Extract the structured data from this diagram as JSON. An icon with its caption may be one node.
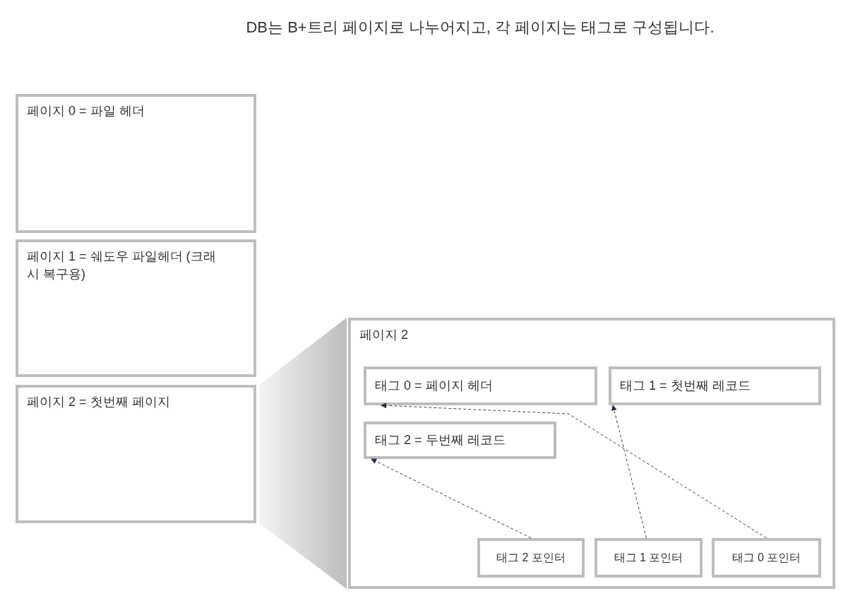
{
  "diagram": {
    "title": "DB는 B+트리 페이지로 나누어지고, 각 페이지는 태그로 구성됩니다.",
    "nodes": [
      {
        "text": [
          "페이지 0 = 파일 헤더"
        ]
      },
      {
        "text": [
          "페이지 1 = 쉐도우 파일헤더 (크래시 복구용)"
        ]
      },
      {
        "text": [
          "페이지 2 = 첫번째 페이지"
        ]
      },
      {
        "text": [],
        "shape": "trapezoid"
      },
      {
        "text": [
          "페이지 2"
        ]
      },
      {
        "text": [
          "태그 0 = 페이지 헤더"
        ],
        "in": 4
      },
      {
        "text": [
          "태그 1 = 첫번째 레코드"
        ],
        "in": 4
      },
      {
        "text": [
          "태그 2 = 두번째 레코드"
        ],
        "in": 4
      },
      {
        "text": [
          "태그 2 포인터"
        ],
        "in": 4
      },
      {
        "text": [
          "태그 1 포인터"
        ],
        "in": 4
      },
      {
        "text": [
          "태그 0 포인터"
        ],
        "in": 4
      }
    ],
    "edges": [
      {
        "from": 8,
        "to": 7,
        "arrow": "to",
        "style": "dashed"
      },
      {
        "from": 9,
        "to": 6,
        "arrow": "to",
        "style": "dashed"
      },
      {
        "from": 10,
        "to": 5,
        "arrow": "to",
        "style": "dashed"
      }
    ]
  }
}
